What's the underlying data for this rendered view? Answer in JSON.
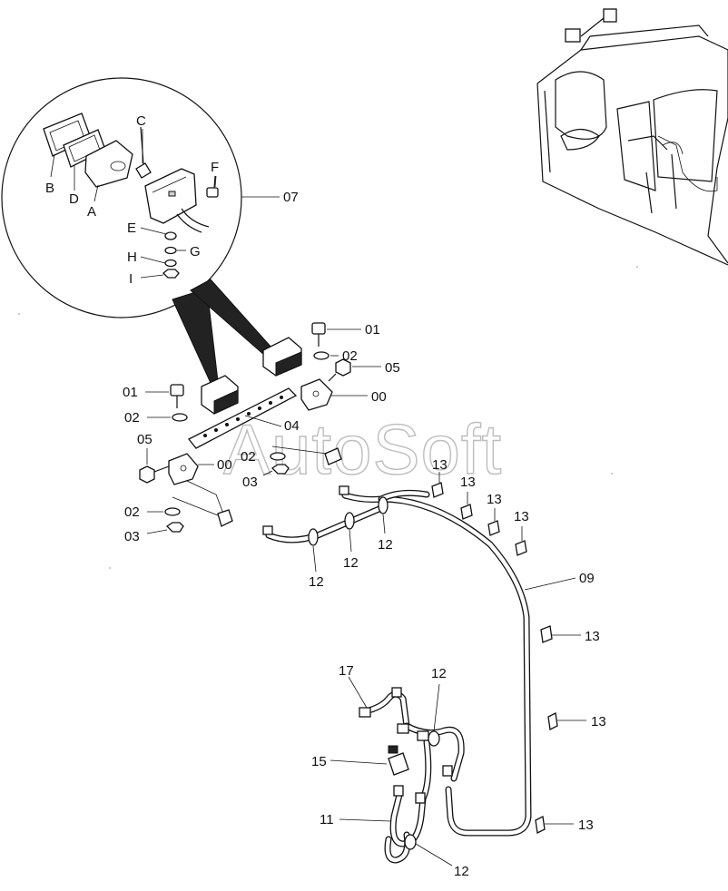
{
  "watermark": "AutoSoft",
  "detail_labels": {
    "A": "A",
    "B": "B",
    "C": "C",
    "D": "D",
    "E": "E",
    "F": "F",
    "G": "G",
    "H": "H",
    "I": "I"
  },
  "part_labels": {
    "p07": "07",
    "p01_top": "01",
    "p02_top": "02",
    "p05_top": "05",
    "p00_top": "00",
    "p01_left": "01",
    "p02_left": "02",
    "p05_left": "05",
    "p04": "04",
    "p02_mid": "02",
    "p03_mid": "03",
    "p00_mid": "00",
    "p02_low": "02",
    "p03_low": "03",
    "p13_a": "13",
    "p13_b": "13",
    "p13_c": "13",
    "p13_d": "13",
    "p13_e": "13",
    "p13_f": "13",
    "p13_g": "13",
    "p12_a": "12",
    "p12_b": "12",
    "p12_c": "12",
    "p12_d": "12",
    "p12_e": "12",
    "p09": "09",
    "p17": "17",
    "p15": "15",
    "p11": "11"
  }
}
